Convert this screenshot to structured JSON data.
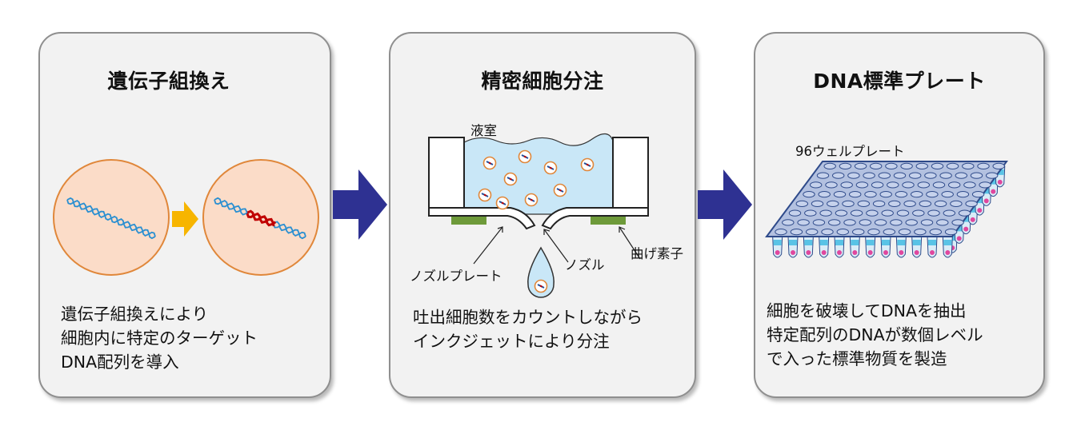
{
  "panels": [
    {
      "title": "遺伝子組換え",
      "desc": [
        "遺伝子組換えにより",
        "細胞内に特定のターゲット",
        "DNA配列を導入"
      ]
    },
    {
      "title": "精密細胞分注",
      "desc": [
        "吐出細胞数をカウントしながら",
        "インクジェットにより分注"
      ],
      "labels": {
        "chamber": "液室",
        "nozzle_plate": "ノズルプレート",
        "nozzle": "ノズル",
        "bending_element": "曲げ素子"
      }
    },
    {
      "title": "DNA標準プレート",
      "desc": [
        "細胞を破壊してDNAを抽出",
        "特定配列のDNAが数個レベル",
        "で入った標準物質を製造"
      ],
      "labels": {
        "plate": "96ウェルプレート"
      }
    }
  ],
  "colors": {
    "panel_bg": "#f2f2f2",
    "big_arrow": "#2e3192",
    "small_arrow": "#f7b500",
    "cell_fill": "#fbdcc8",
    "cell_stroke": "#e0873a",
    "dna": "#2a8fd1",
    "dna_insert": "#c00000",
    "liquid": "#c9e7f7",
    "plate": "#b3c1e0",
    "element": "#6e9a3a"
  }
}
